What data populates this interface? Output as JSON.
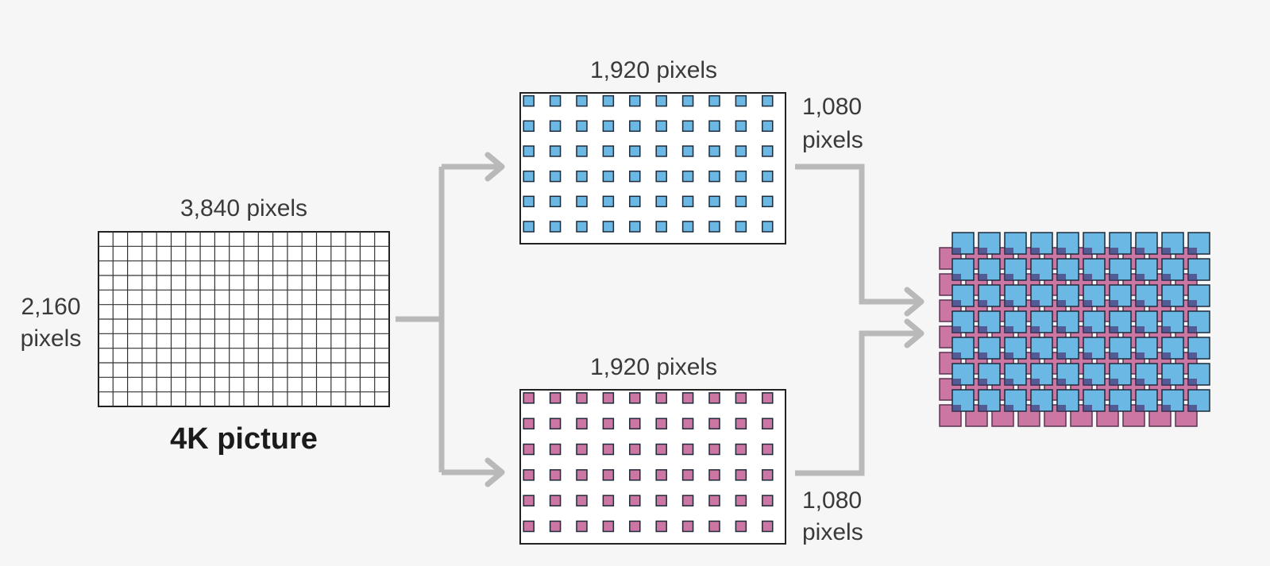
{
  "source_panel": {
    "width_label": "3,840 pixels",
    "height_label": [
      "2,160",
      "pixels"
    ],
    "caption": "4K picture"
  },
  "top_panel": {
    "width_label": "1,920 pixels",
    "height_label": [
      "1,080",
      "pixels"
    ],
    "color": "#6cb8e4"
  },
  "bottom_panel": {
    "width_label": "1,920 pixels",
    "height_label": [
      "1,080",
      "pixels"
    ],
    "color": "#cc77a3"
  },
  "arrow_color": "#b9b9b9",
  "combined_overlap_color": "#4b3c7a"
}
